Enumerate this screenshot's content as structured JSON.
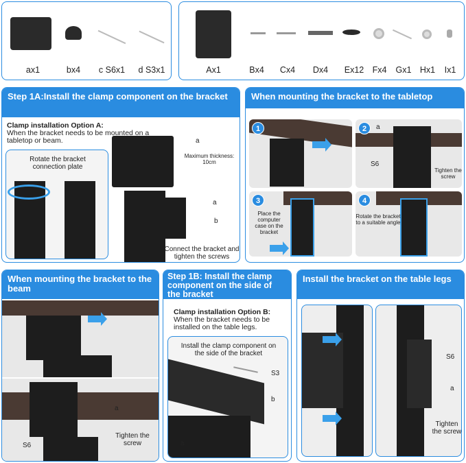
{
  "parts_small": {
    "items": [
      {
        "label": "ax1"
      },
      {
        "label": "bx4"
      },
      {
        "label": "c S6x1"
      },
      {
        "label": "d S3x1"
      }
    ]
  },
  "parts_large": {
    "items": [
      {
        "label": "Ax1"
      },
      {
        "label": "Bx4"
      },
      {
        "label": "Cx4"
      },
      {
        "label": "Dx4"
      },
      {
        "label": "Ex12"
      },
      {
        "label": "Fx4"
      },
      {
        "label": "Gx1"
      },
      {
        "label": "Hx1"
      },
      {
        "label": "Ix1"
      }
    ]
  },
  "step1a": {
    "title": "Step 1A:Install the clamp component on the bracket",
    "option_title": "Clamp installation Option A:",
    "option_text": "When the bracket needs to be mounted on a tabletop or beam.",
    "inset_caption": "Rotate the bracket connection plate",
    "max_thickness": "Maximum thickness: 10cm",
    "callout_a1": "a",
    "callout_a2": "a",
    "callout_b": "b",
    "caption": "Connect the bracket and tighten the screws"
  },
  "tabletop": {
    "title": "When mounting the bracket to the tabletop",
    "steps": [
      {
        "num": "1"
      },
      {
        "num": "2",
        "callout_a": "a",
        "callout_s6": "S6",
        "caption": "Tighten the screw"
      },
      {
        "num": "3",
        "caption": "Place the computer case on the bracket"
      },
      {
        "num": "4",
        "caption": "Rotate the bracket to a suitable angle"
      }
    ]
  },
  "beam": {
    "title": "When mounting the bracket to the beam",
    "callout_a": "a",
    "callout_s6": "S6",
    "caption": "Tighten the screw"
  },
  "step1b": {
    "title": "Step 1B: Install the clamp component on the side of the bracket",
    "option_title": "Clamp installation Option B:",
    "option_text": "When the bracket needs to be installed on the table legs.",
    "inset_caption": "Install the clamp component on the side of the bracket",
    "callout_s3": "S3",
    "callout_b": "b",
    "callout_a": "a"
  },
  "legs": {
    "title": "Install the bracket on the table legs",
    "callout_s6": "S6",
    "callout_a": "a",
    "caption": "Tighten the screw"
  },
  "colors": {
    "accent": "#2a8ce0"
  }
}
